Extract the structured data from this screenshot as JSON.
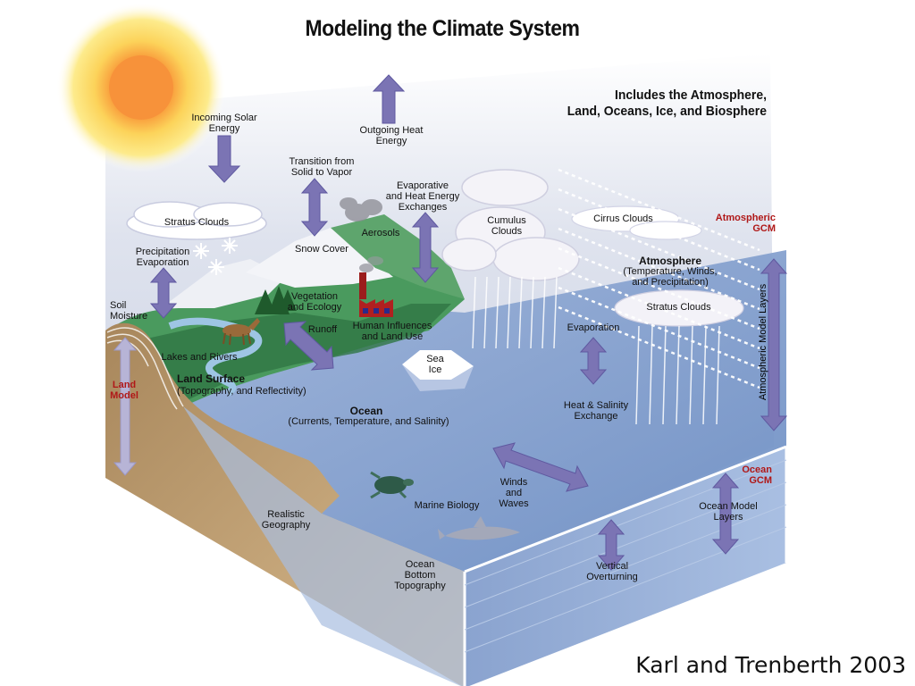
{
  "title": "Modeling the Climate System",
  "subtitle": "Includes the Atmosphere,\nLand, Oceans, Ice, and Biosphere",
  "credit": "Karl and Trenberth 2003",
  "colors": {
    "sky_top": "#d9dde8",
    "ocean": "#7f9fcc",
    "ocean_deep": "#a9c1e3",
    "land_green": "#3e8a52",
    "soil": "#c4a074",
    "arrow": "#7b74b4",
    "sun_core": "#f59a3a",
    "sun_glow": "#fde97a",
    "label_red": "#b01818"
  },
  "icons": [
    "sun-icon",
    "cloud-icon",
    "snowflake-icon",
    "factory-icon",
    "deer-icon",
    "turtle-icon",
    "shark-icon",
    "tree-icon",
    "aerosol-icon"
  ],
  "labels": {
    "incoming_solar": "Incoming Solar\nEnergy",
    "outgoing_heat": "Outgoing Heat\nEnergy",
    "transition": "Transition from\nSolid to Vapor",
    "evaporative": "Evaporative\nand Heat Energy\nExchanges",
    "stratus_left": "Stratus Clouds",
    "aerosols": "Aerosols",
    "snow_cover": "Snow Cover",
    "cumulus": "Cumulus\nClouds",
    "cirrus": "Cirrus Clouds",
    "atmospheric_gcm": "Atmospheric\nGCM",
    "atmosphere": "Atmosphere",
    "atmosphere_sub": "(Temperature, Winds,\nand Precipitation)",
    "stratus_right": "Stratus Clouds",
    "precip_evap": "Precipitation\nEvaporation",
    "soil_moisture": "Soil\nMoisture",
    "vegetation": "Vegetation\nand Ecology",
    "runoff": "Runoff",
    "human_influences": "Human Influences\nand Land Use",
    "lakes_rivers": "Lakes and Rivers",
    "sea_ice": "Sea\nIce",
    "evaporation": "Evaporation",
    "atm_model_layers": "Atmospheric Model Layers",
    "land_model": "Land\nModel",
    "land_surface": "Land Surface",
    "land_surface_sub": "(Topography, and Reflectivity)",
    "ocean": "Ocean",
    "ocean_sub": "(Currents, Temperature, and Salinity)",
    "heat_salinity": "Heat & Salinity\nExchange",
    "ocean_gcm": "Ocean\nGCM",
    "winds_waves": "Winds\nand Waves",
    "marine_biology": "Marine Biology",
    "ocean_model_layers": "Ocean Model\nLayers",
    "realistic_geography": "Realistic\nGeography",
    "ocean_bottom": "Ocean\nBottom\nTopography",
    "vertical_overturning": "Vertical\nOverturning"
  }
}
